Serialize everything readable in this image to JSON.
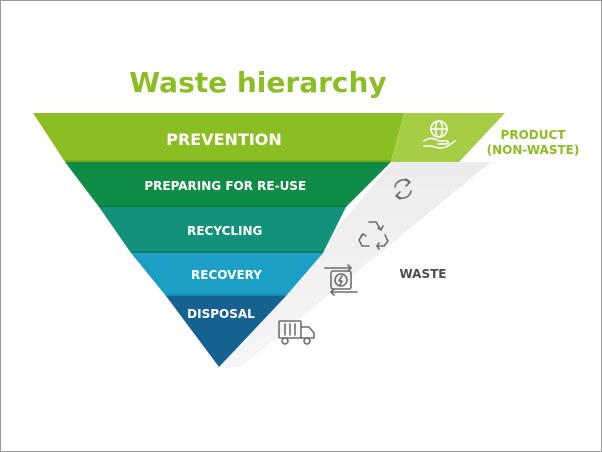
{
  "title": "Waste hierarchy",
  "layers": [
    {
      "label": "PREVENTION",
      "color": "#8cbe23"
    },
    {
      "label": "PREPARING FOR RE-USE",
      "color": "#0f8c45"
    },
    {
      "label": "RECYCLING",
      "color": "#13917a"
    },
    {
      "label": "RECOVERY",
      "color": "#1b9fc4"
    },
    {
      "label": "DISPOSAL",
      "color": "#15618f"
    }
  ],
  "product_label": {
    "line1": "PRODUCT",
    "line2": "(NON-WASTE)",
    "color": "#8cbe23"
  },
  "waste_label": {
    "text": "WASTE",
    "color": "#4d4d4d"
  },
  "icons": [
    "globe-hand-icon",
    "reuse-arrows-icon",
    "recycle-icon",
    "energy-recovery-icon",
    "garbage-truck-icon"
  ]
}
